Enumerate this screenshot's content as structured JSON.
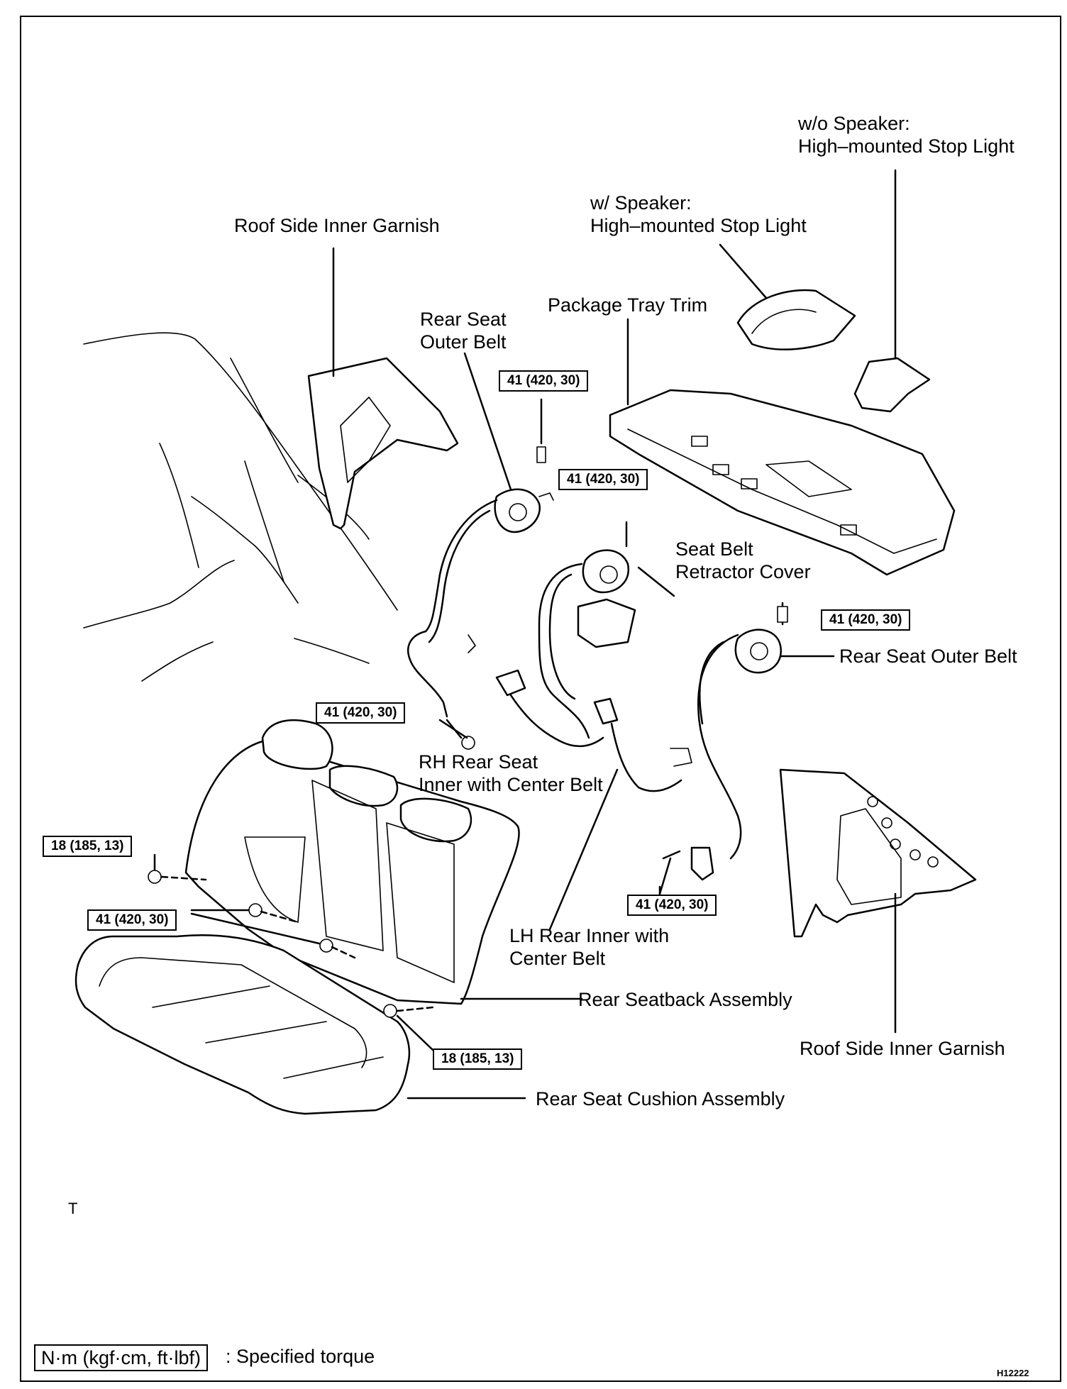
{
  "labels": {
    "wo_speaker_line1": "w/o Speaker:",
    "wo_speaker_line2": "High–mounted Stop Light",
    "w_speaker_line1": "w/ Speaker:",
    "w_speaker_line2": "High–mounted Stop Light",
    "roof_side_top": "Roof Side Inner Garnish",
    "package_tray": "Package Tray Trim",
    "rear_outer_belt_l1": "Rear Seat",
    "rear_outer_belt_l2": "Outer Belt",
    "retractor_cover_l1": "Seat Belt",
    "retractor_cover_l2": "Retractor Cover",
    "rear_outer_belt_right": "Rear Seat Outer Belt",
    "rh_inner_l1": "RH Rear Seat",
    "rh_inner_l2": "Inner with Center Belt",
    "lh_inner_l1": "LH Rear Inner with",
    "lh_inner_l2": "Center Belt",
    "seatback": "Rear Seatback Assembly",
    "roof_side_bottom": "Roof Side Inner Garnish",
    "cushion": "Rear Seat Cushion Assembly",
    "t_mark": "T",
    "figure_code": "H12222"
  },
  "torques": {
    "t1": "41 (420, 30)",
    "t2": "41 (420, 30)",
    "t3": "41 (420, 30)",
    "t4": "41 (420, 30)",
    "t5": "18 (185, 13)",
    "t6": "41 (420, 30)",
    "t7": "41 (420, 30)",
    "t8": "18 (185, 13)"
  },
  "legend": {
    "unit_box": "N·m (kgf·cm, ft·lbf)",
    "text": ": Specified torque"
  }
}
